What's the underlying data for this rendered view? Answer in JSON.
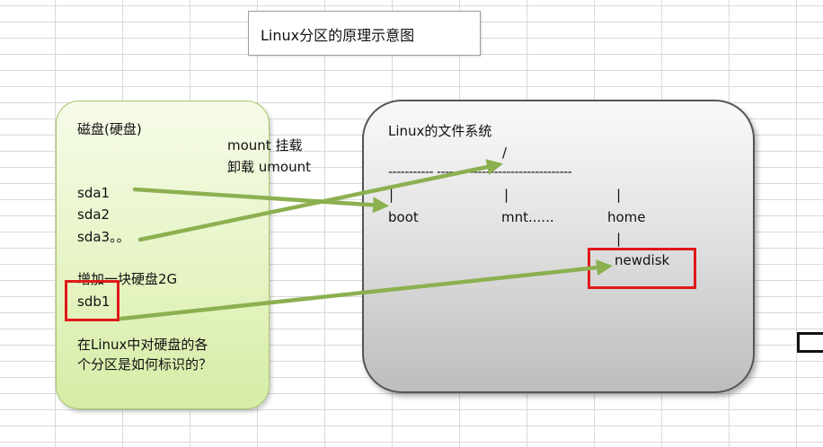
{
  "title": "Linux分区的原理示意图",
  "disk": {
    "heading": "磁盘(硬盘)",
    "partitions": [
      "sda1",
      "sda2",
      "sda3。。"
    ],
    "add_text": "增加一块硬盘2G",
    "new_partition": "sdb1",
    "question_line1": "在Linux中对硬盘的各",
    "question_line2": "个分区是如何标识的？"
  },
  "mount": {
    "mount_label": "mount 挂载",
    "umount_label": "卸载 umount"
  },
  "filesystem": {
    "heading": "Linux的文件系统",
    "root": "/",
    "dash_line": "-----------  ---------------------------------",
    "pipe": "|",
    "dirs": [
      "boot",
      "mnt......",
      "home"
    ],
    "subdir": "newdisk"
  },
  "colors": {
    "arrow": "#8cb050",
    "highlight": "#e01818",
    "disk_fill": "#e6f4c4",
    "fs_fill": "#d9d9d9"
  }
}
